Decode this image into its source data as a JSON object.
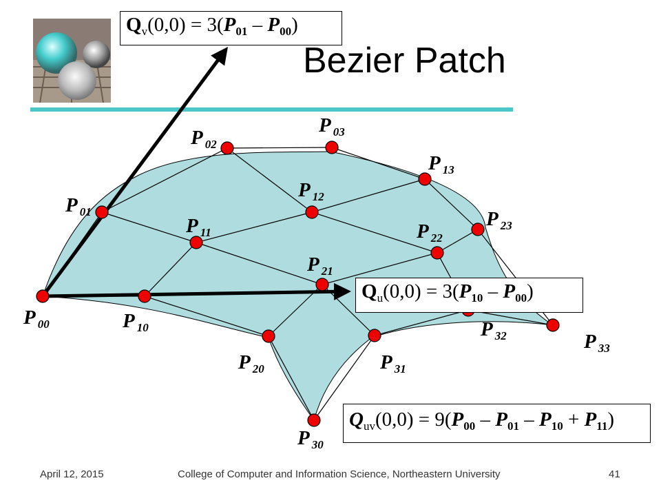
{
  "slide": {
    "title": "Bezier Patch",
    "accent_color": "#4cc6c6",
    "patch_fill": "#aedcdf",
    "point_color": "#ee0000"
  },
  "points": [
    {
      "id": "P00",
      "letter": "P",
      "sub": "00"
    },
    {
      "id": "P01",
      "letter": "P",
      "sub": "01"
    },
    {
      "id": "P02",
      "letter": "P",
      "sub": "02"
    },
    {
      "id": "P03",
      "letter": "P",
      "sub": "03"
    },
    {
      "id": "P10",
      "letter": "P",
      "sub": "10"
    },
    {
      "id": "P11",
      "letter": "P",
      "sub": "11"
    },
    {
      "id": "P12",
      "letter": "P",
      "sub": "12"
    },
    {
      "id": "P13",
      "letter": "P",
      "sub": "13"
    },
    {
      "id": "P20",
      "letter": "P",
      "sub": "20"
    },
    {
      "id": "P21",
      "letter": "P",
      "sub": "21"
    },
    {
      "id": "P22",
      "letter": "P",
      "sub": "22"
    },
    {
      "id": "P23",
      "letter": "P",
      "sub": "23"
    },
    {
      "id": "P30",
      "letter": "P",
      "sub": "30"
    },
    {
      "id": "P31",
      "letter": "P",
      "sub": "31"
    },
    {
      "id": "P32",
      "letter": "P",
      "sub": "32"
    },
    {
      "id": "P33",
      "letter": "P",
      "sub": "33"
    }
  ],
  "equations": {
    "qv": {
      "q": "Q",
      "qsub": "v",
      "args": "(0,0) = 3(",
      "a": "P",
      "asub": "01",
      "minus": " – ",
      "b": "P",
      "bsub": "00",
      "close": ")"
    },
    "qu": {
      "q": "Q",
      "qsub": "u",
      "args": "(0,0) = 3(",
      "a": "P",
      "asub": "10",
      "minus": " – ",
      "b": "P",
      "bsub": "00",
      "close": ")"
    },
    "quv": {
      "q": "Q",
      "qsub": "uv",
      "args": "(0,0) = 9(",
      "a": "P",
      "asub": "00",
      "m1": " – ",
      "b": "P",
      "bsub": "01",
      "m2": " – ",
      "c": "P",
      "csub": "10",
      "plus": " + ",
      "d": "P",
      "dsub": "11",
      "close": ")"
    }
  },
  "footer": {
    "date": "April 12, 2015",
    "org": "College of Computer and Information Science, Northeastern University",
    "page": "41"
  }
}
